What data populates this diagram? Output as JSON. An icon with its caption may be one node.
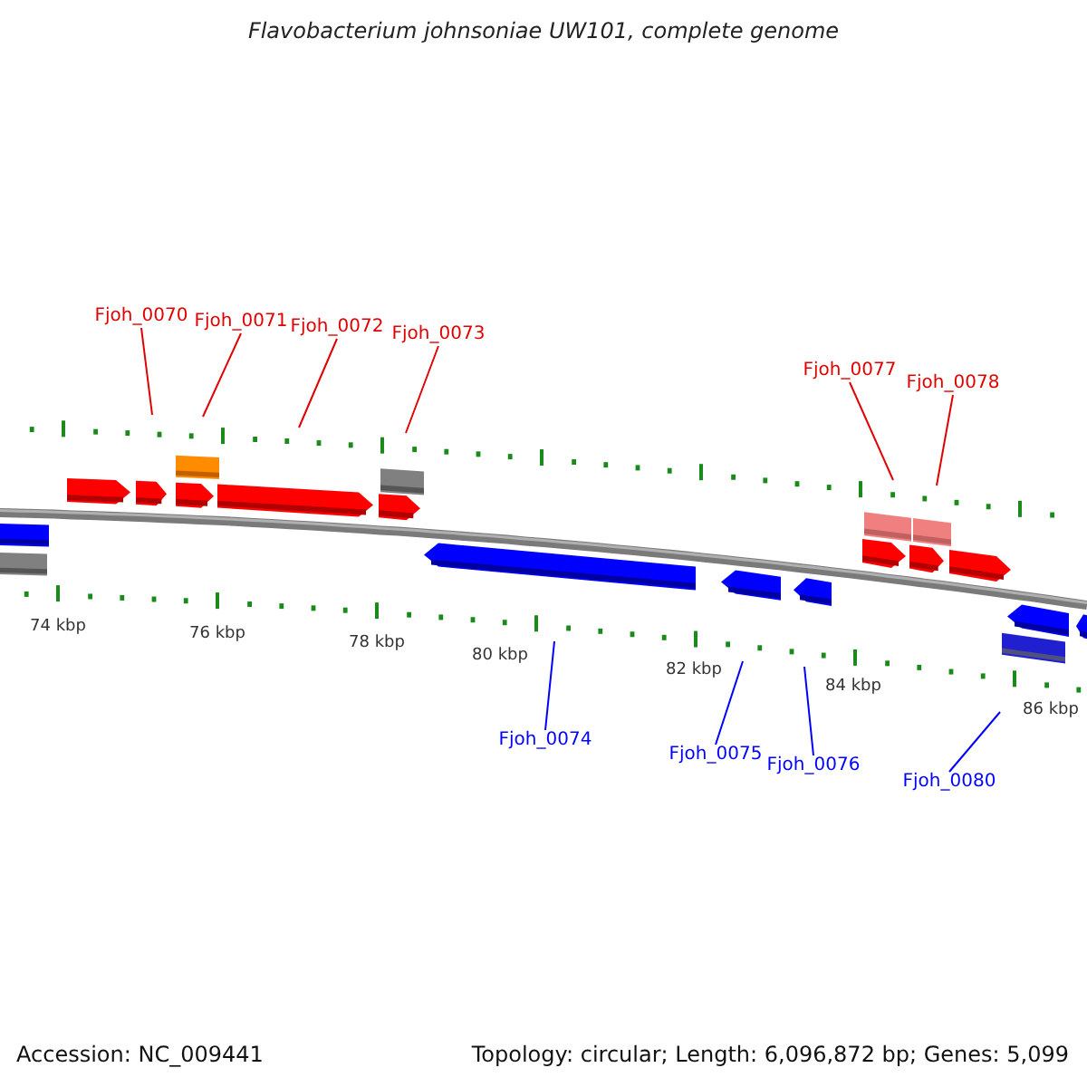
{
  "diagram": {
    "title": "Flavobacterium johnsoniae UW101, complete genome",
    "nodes": [
      {
        "text": [
          "Fjoh_0070"
        ]
      },
      {
        "text": [
          "Fjoh_0071"
        ]
      },
      {
        "text": [
          "Fjoh_0072"
        ]
      },
      {
        "text": [
          "Fjoh_0073"
        ]
      },
      {
        "text": [
          "Fjoh_0077"
        ]
      },
      {
        "text": [
          "Fjoh_0078"
        ]
      },
      {
        "text": [
          "Fjoh_0074"
        ]
      },
      {
        "text": [
          "Fjoh_0075"
        ]
      },
      {
        "text": [
          "Fjoh_0076"
        ]
      },
      {
        "text": [
          "Fjoh_0080"
        ]
      }
    ],
    "edges": [
      {
        "from": 0,
        "to": null,
        "arrow": "none"
      },
      {
        "from": 1,
        "to": null,
        "arrow": "none"
      },
      {
        "from": 2,
        "to": null,
        "arrow": "none"
      },
      {
        "from": 3,
        "to": null,
        "arrow": "none"
      },
      {
        "from": 4,
        "to": null,
        "arrow": "none"
      },
      {
        "from": 5,
        "to": null,
        "arrow": "none"
      },
      {
        "from": 6,
        "to": null,
        "arrow": "none",
        "color": "#0000ff"
      },
      {
        "from": 7,
        "to": null,
        "arrow": "none",
        "color": "#0000ff"
      },
      {
        "from": 8,
        "to": null,
        "arrow": "none",
        "color": "#0000ff"
      },
      {
        "from": 9,
        "to": null,
        "arrow": "none",
        "color": "#0000ff"
      }
    ],
    "labels": [
      "74 kbp",
      "76 kbp",
      "78 kbp",
      "80 kbp",
      "82 kbp",
      "84 kbp",
      "86 kbp",
      "Accession: NC_009441",
      "Topology: circular; Length: 6,096,872 bp; Genes: 5,099"
    ]
  }
}
